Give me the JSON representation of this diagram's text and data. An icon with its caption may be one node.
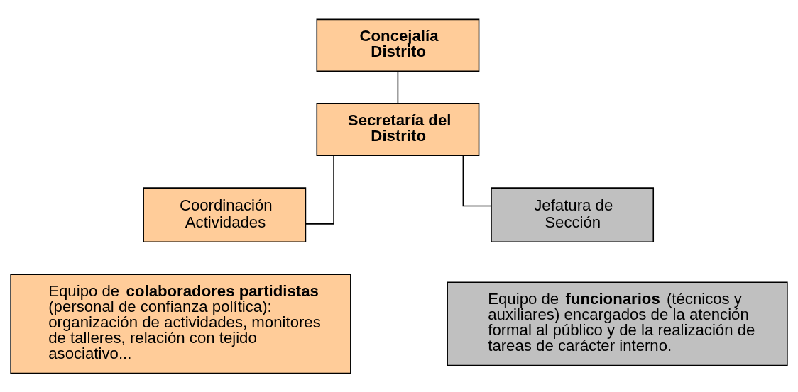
{
  "diagram": {
    "nodes": [
      {
        "text": [
          "Concejalía Distrito"
        ]
      },
      {
        "text": [
          "Secretaría del Distrito"
        ]
      },
      {
        "text": [
          "Coordinación Actividades"
        ]
      },
      {
        "text": [
          "Jefatura de Sección"
        ]
      },
      {
        "text": [
          "Equipo de **colaboradores partidistas** (personal de confianza política): organización de actividades, monitores de talleres, relación con tejido asociativo..."
        ]
      },
      {
        "text": [
          "Equipo de **funcionarios** (técnicos y auxiliares) encargados de la atención formal al público y de la realización de tareas de carácter interno."
        ]
      }
    ],
    "edges": [
      {
        "from": 0,
        "to": 1,
        "arrow": "none"
      },
      {
        "from": 1,
        "to": 2,
        "arrow": "none"
      },
      {
        "from": 1,
        "to": 3,
        "arrow": "none"
      }
    ]
  }
}
